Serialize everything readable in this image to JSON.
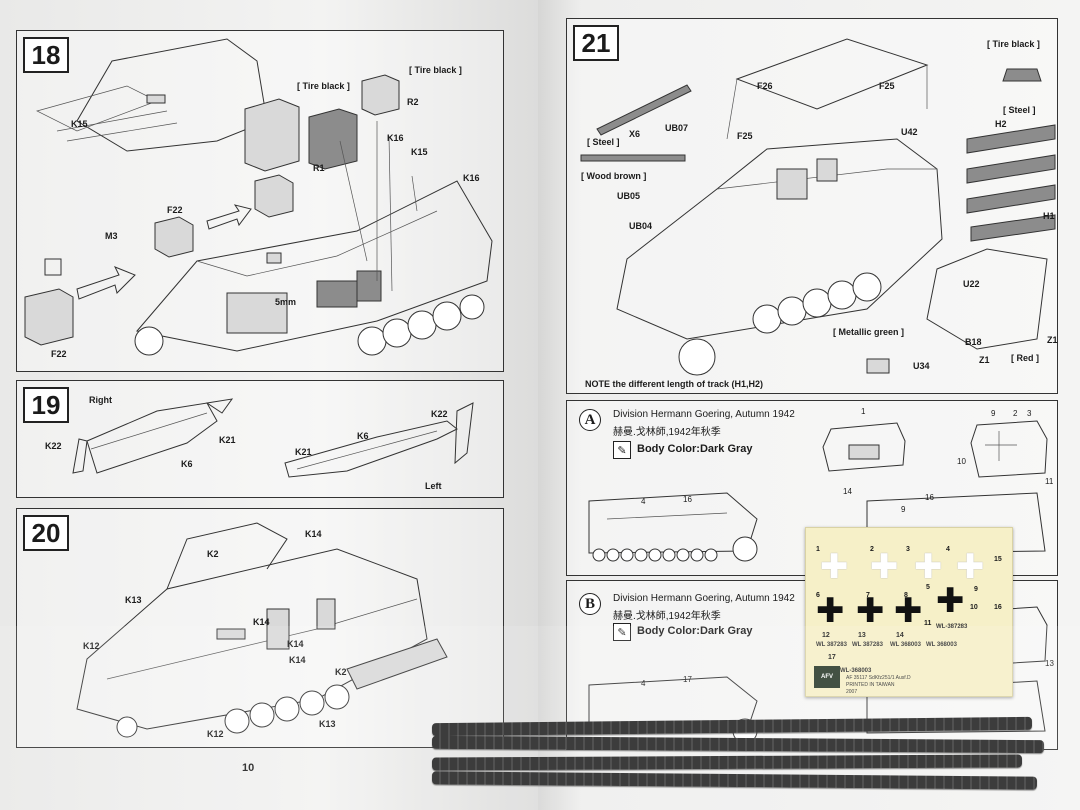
{
  "left_page": {
    "page_number": "10",
    "steps": [
      {
        "number": "18",
        "labels": [
          "K15",
          "[ Tire black ]",
          "[ Tire black ]",
          "R2",
          "R1",
          "K16",
          "K15",
          "K16",
          "F22",
          "M3",
          "5mm",
          "F22"
        ]
      },
      {
        "number": "19",
        "labels": [
          "Right",
          "K22",
          "K21",
          "K6",
          "K22",
          "K6",
          "K21",
          "Left"
        ]
      },
      {
        "number": "20",
        "labels": [
          "K14",
          "K2",
          "K13",
          "K14",
          "K12",
          "K14",
          "K14",
          "K2",
          "K13",
          "K12"
        ]
      }
    ]
  },
  "right_page": {
    "step": {
      "number": "21",
      "labels": [
        "[ Tire black ]",
        "F26",
        "F25",
        "X6",
        "UB07",
        "F25",
        "U42",
        "[ Steel ]",
        "H2",
        "[ Steel ]",
        "[ Wood brown ]",
        "UB05",
        "UB04",
        "H1",
        "U22",
        "[ Metallic green ]",
        "B18",
        "Z1",
        "U34",
        "Z1",
        "[ Red ]"
      ],
      "note": "NOTE the different length of track (H1,H2)"
    },
    "schemes": [
      {
        "letter": "A",
        "title": "Division Hermann Goering, Autumn 1942",
        "subtitle": "赫曼.戈林師,1942年秋季",
        "body_color": "Body Color:Dark Gray",
        "callouts": [
          "1",
          "9",
          "2",
          "3",
          "10",
          "11",
          "14",
          "4",
          "16",
          "9",
          "16"
        ]
      },
      {
        "letter": "B",
        "title": "Division Hermann Goering, Autumn 1942",
        "subtitle": "赫曼.戈林師,1942年秋季",
        "body_color": "Body Color:Dark Gray",
        "callouts": [
          "13",
          "4",
          "17"
        ]
      }
    ],
    "decal_sheet": {
      "numbers": [
        "1",
        "2",
        "3",
        "4",
        "5",
        "6",
        "7",
        "8",
        "9",
        "10",
        "11",
        "12",
        "13",
        "14",
        "15",
        "16",
        "17"
      ],
      "codes": [
        "WL-387283",
        "WL 387283",
        "WL 387283",
        "WL 368003",
        "WL 368003",
        "WL-368003"
      ],
      "footer": [
        "AF 35117 SdKfz251/1 Ausf.D",
        "PRINTED IN TAIWAN",
        "2007"
      ],
      "logo": "AFV"
    }
  },
  "colors": {
    "page": "#f1f1f0",
    "ink": "#1b1b1b",
    "decal_paper": "#f6f0c8",
    "track": "#222222",
    "background": "#8a8c90"
  }
}
